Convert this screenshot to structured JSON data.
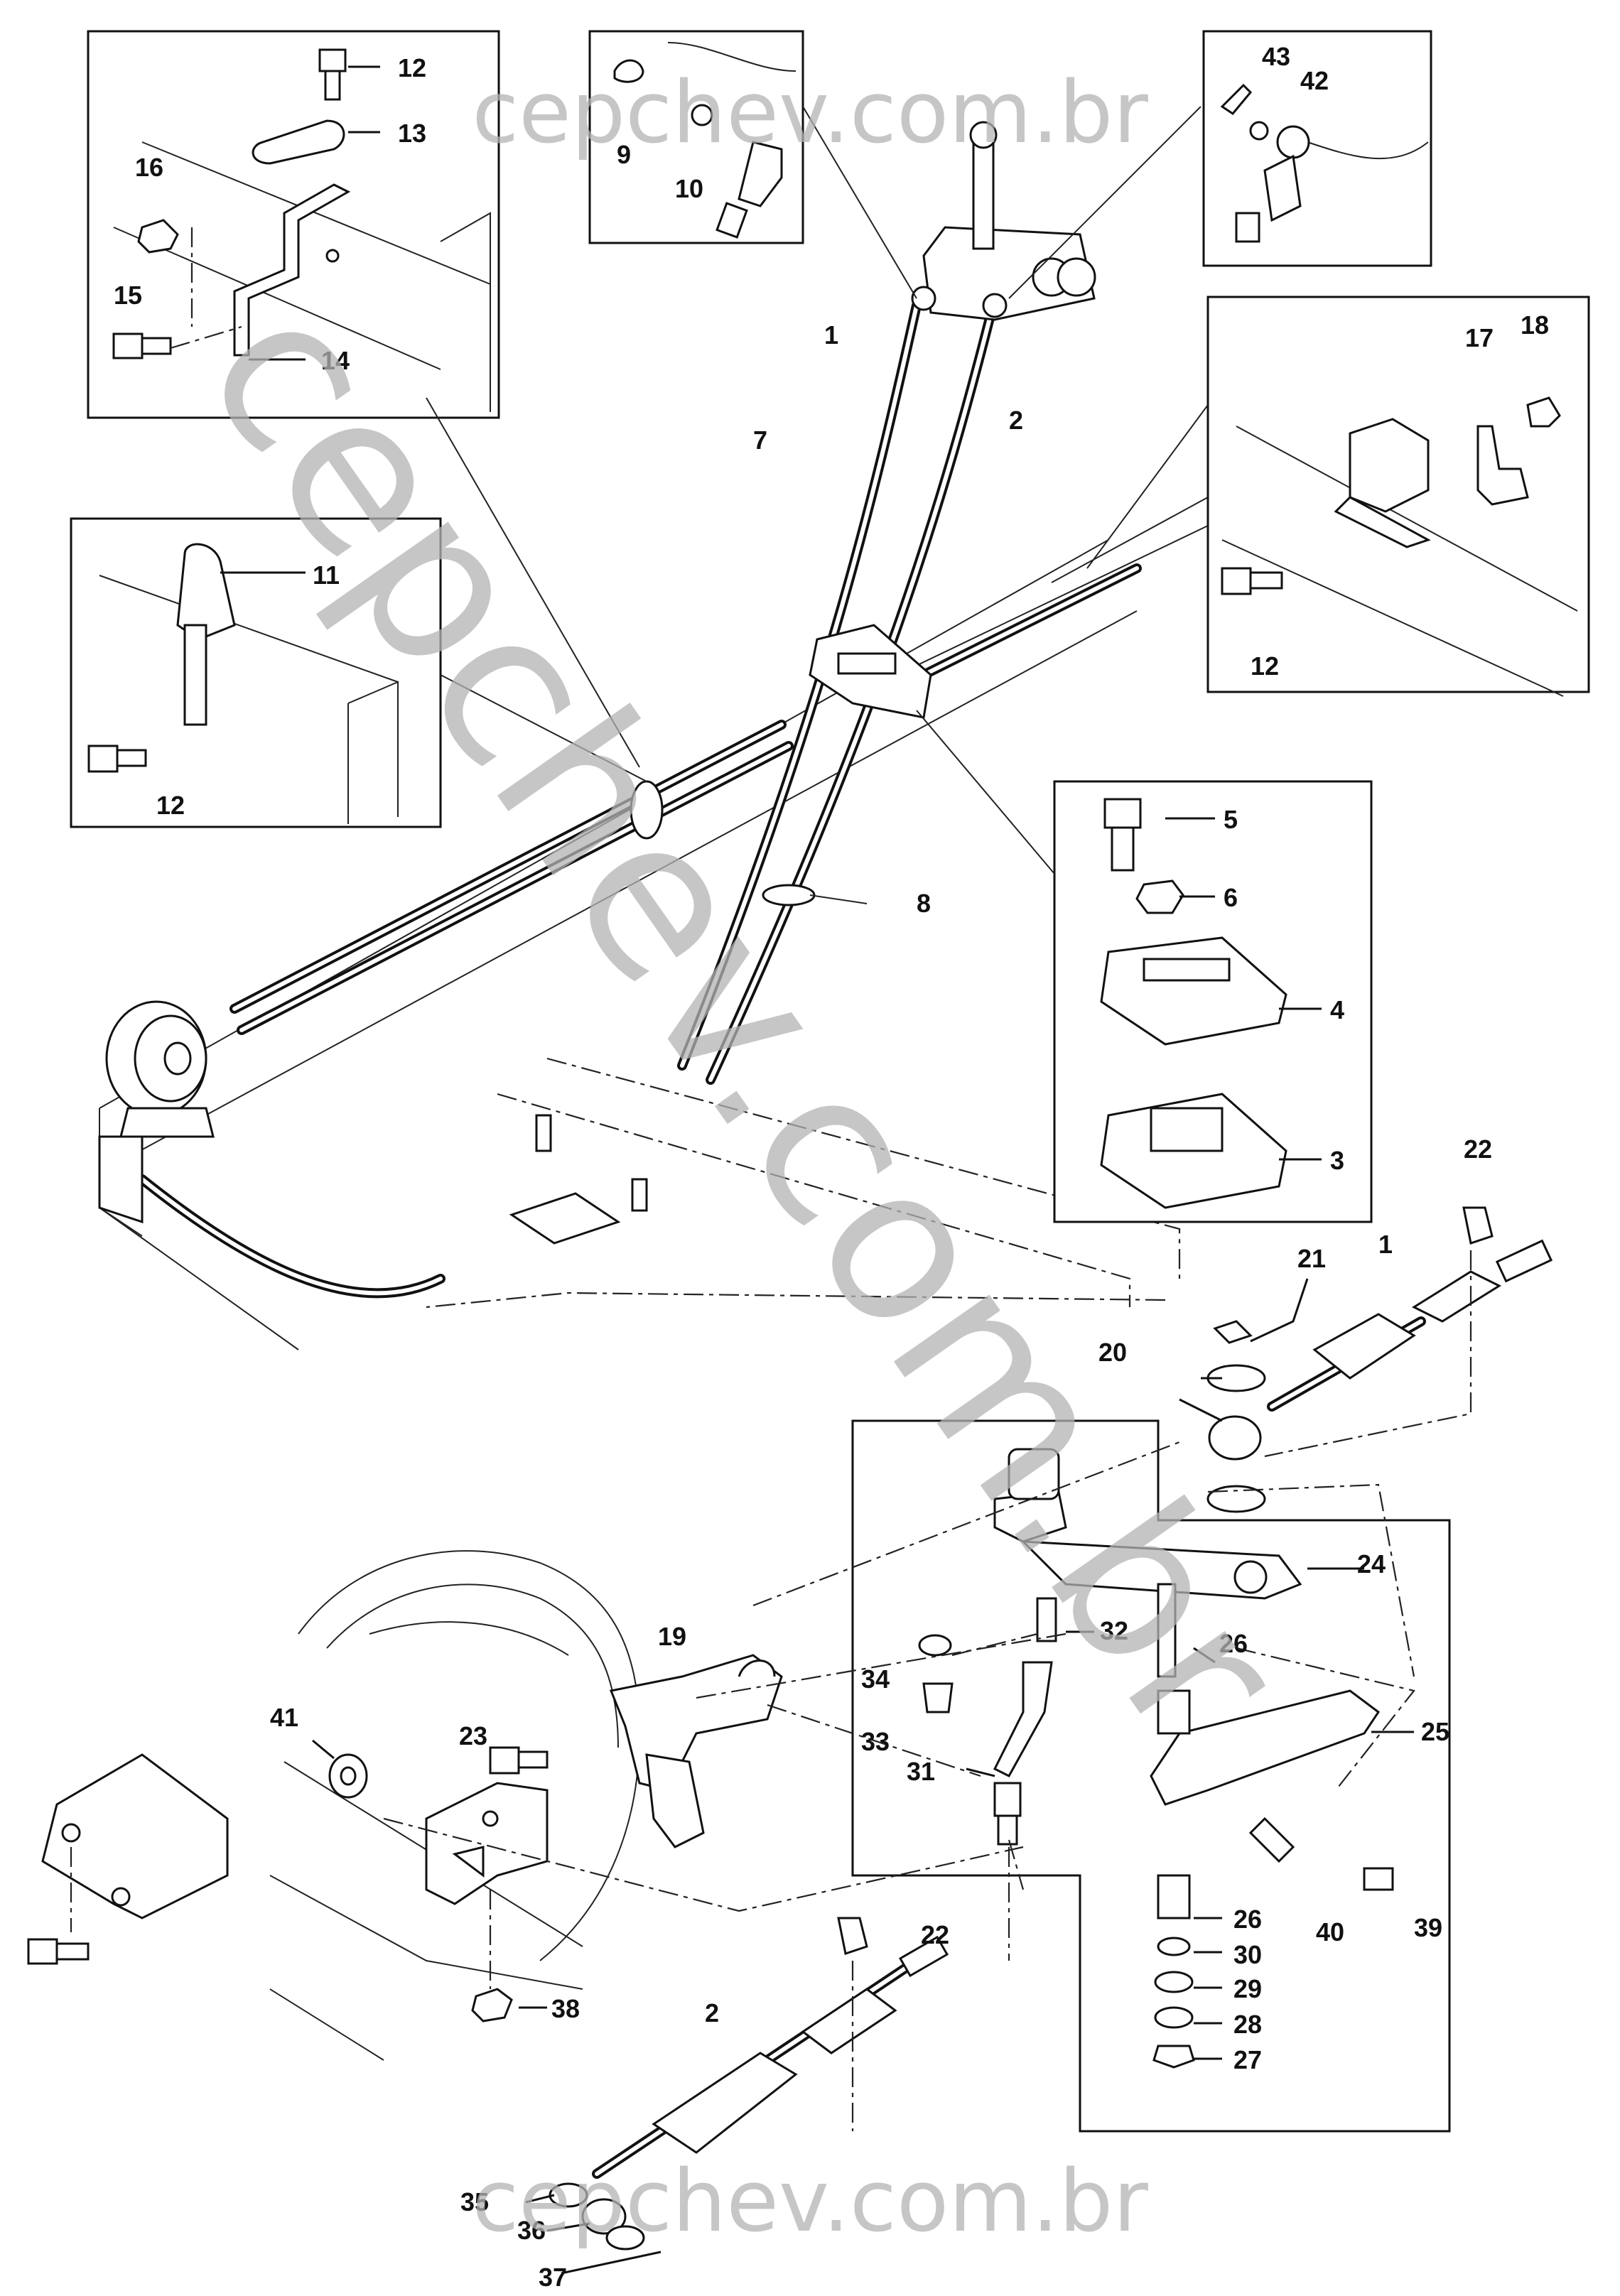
{
  "watermark": {
    "top": "cepchev.com.br",
    "bottom": "cepchev.com.br",
    "diagonal": "cepchev.com.br"
  },
  "callouts": {
    "c1a": "1",
    "c2a": "2",
    "c3": "3",
    "c4": "4",
    "c5": "5",
    "c6": "6",
    "c7": "7",
    "c8": "8",
    "c9": "9",
    "c10": "10",
    "c11": "11",
    "c12a": "12",
    "c12b": "12",
    "c12c": "12",
    "c13": "13",
    "c14": "14",
    "c15": "15",
    "c16": "16",
    "c17": "17",
    "c18": "18",
    "c19": "19",
    "c20": "20",
    "c21": "21",
    "c22a": "22",
    "c22b": "22",
    "c23": "23",
    "c24": "24",
    "c25": "25",
    "c26a": "26",
    "c26b": "26",
    "c27": "27",
    "c28": "28",
    "c29": "29",
    "c30": "30",
    "c31": "31",
    "c32": "32",
    "c33": "33",
    "c34": "34",
    "c35": "35",
    "c36": "36",
    "c37": "37",
    "c38": "38",
    "c39": "39",
    "c40": "40",
    "c41": "41",
    "c42": "42",
    "c43": "43",
    "c1b": "1",
    "c2b": "2"
  }
}
